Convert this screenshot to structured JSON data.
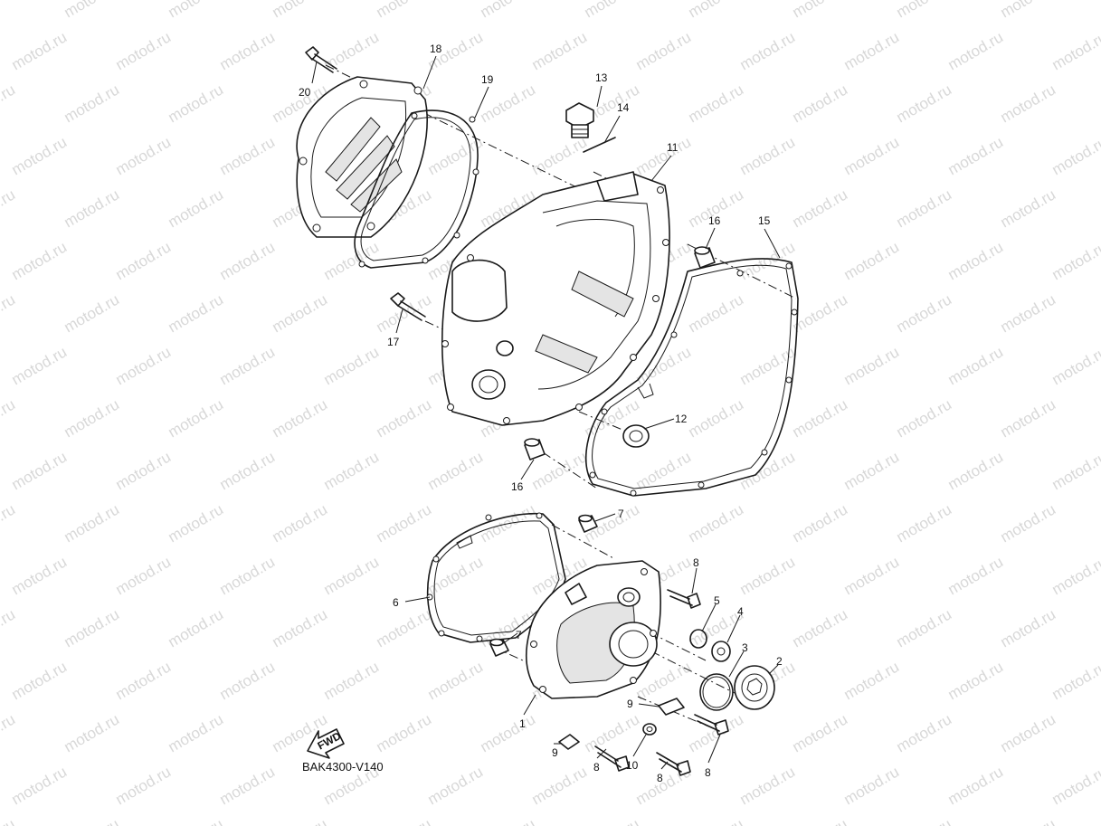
{
  "watermark": "motod.ru",
  "diagram_code": "BAK4300-V140",
  "fwd_badge": "FWD",
  "callouts": [
    "1",
    "2",
    "3",
    "4",
    "5",
    "6",
    "7",
    "7",
    "8",
    "8",
    "8",
    "8",
    "9",
    "9",
    "10",
    "11",
    "12",
    "13",
    "14",
    "15",
    "16",
    "16",
    "17",
    "18",
    "19",
    "20"
  ],
  "colors": {
    "line": "#1a1a1a",
    "watermark": "#d8d8d8",
    "background": "#ffffff"
  }
}
